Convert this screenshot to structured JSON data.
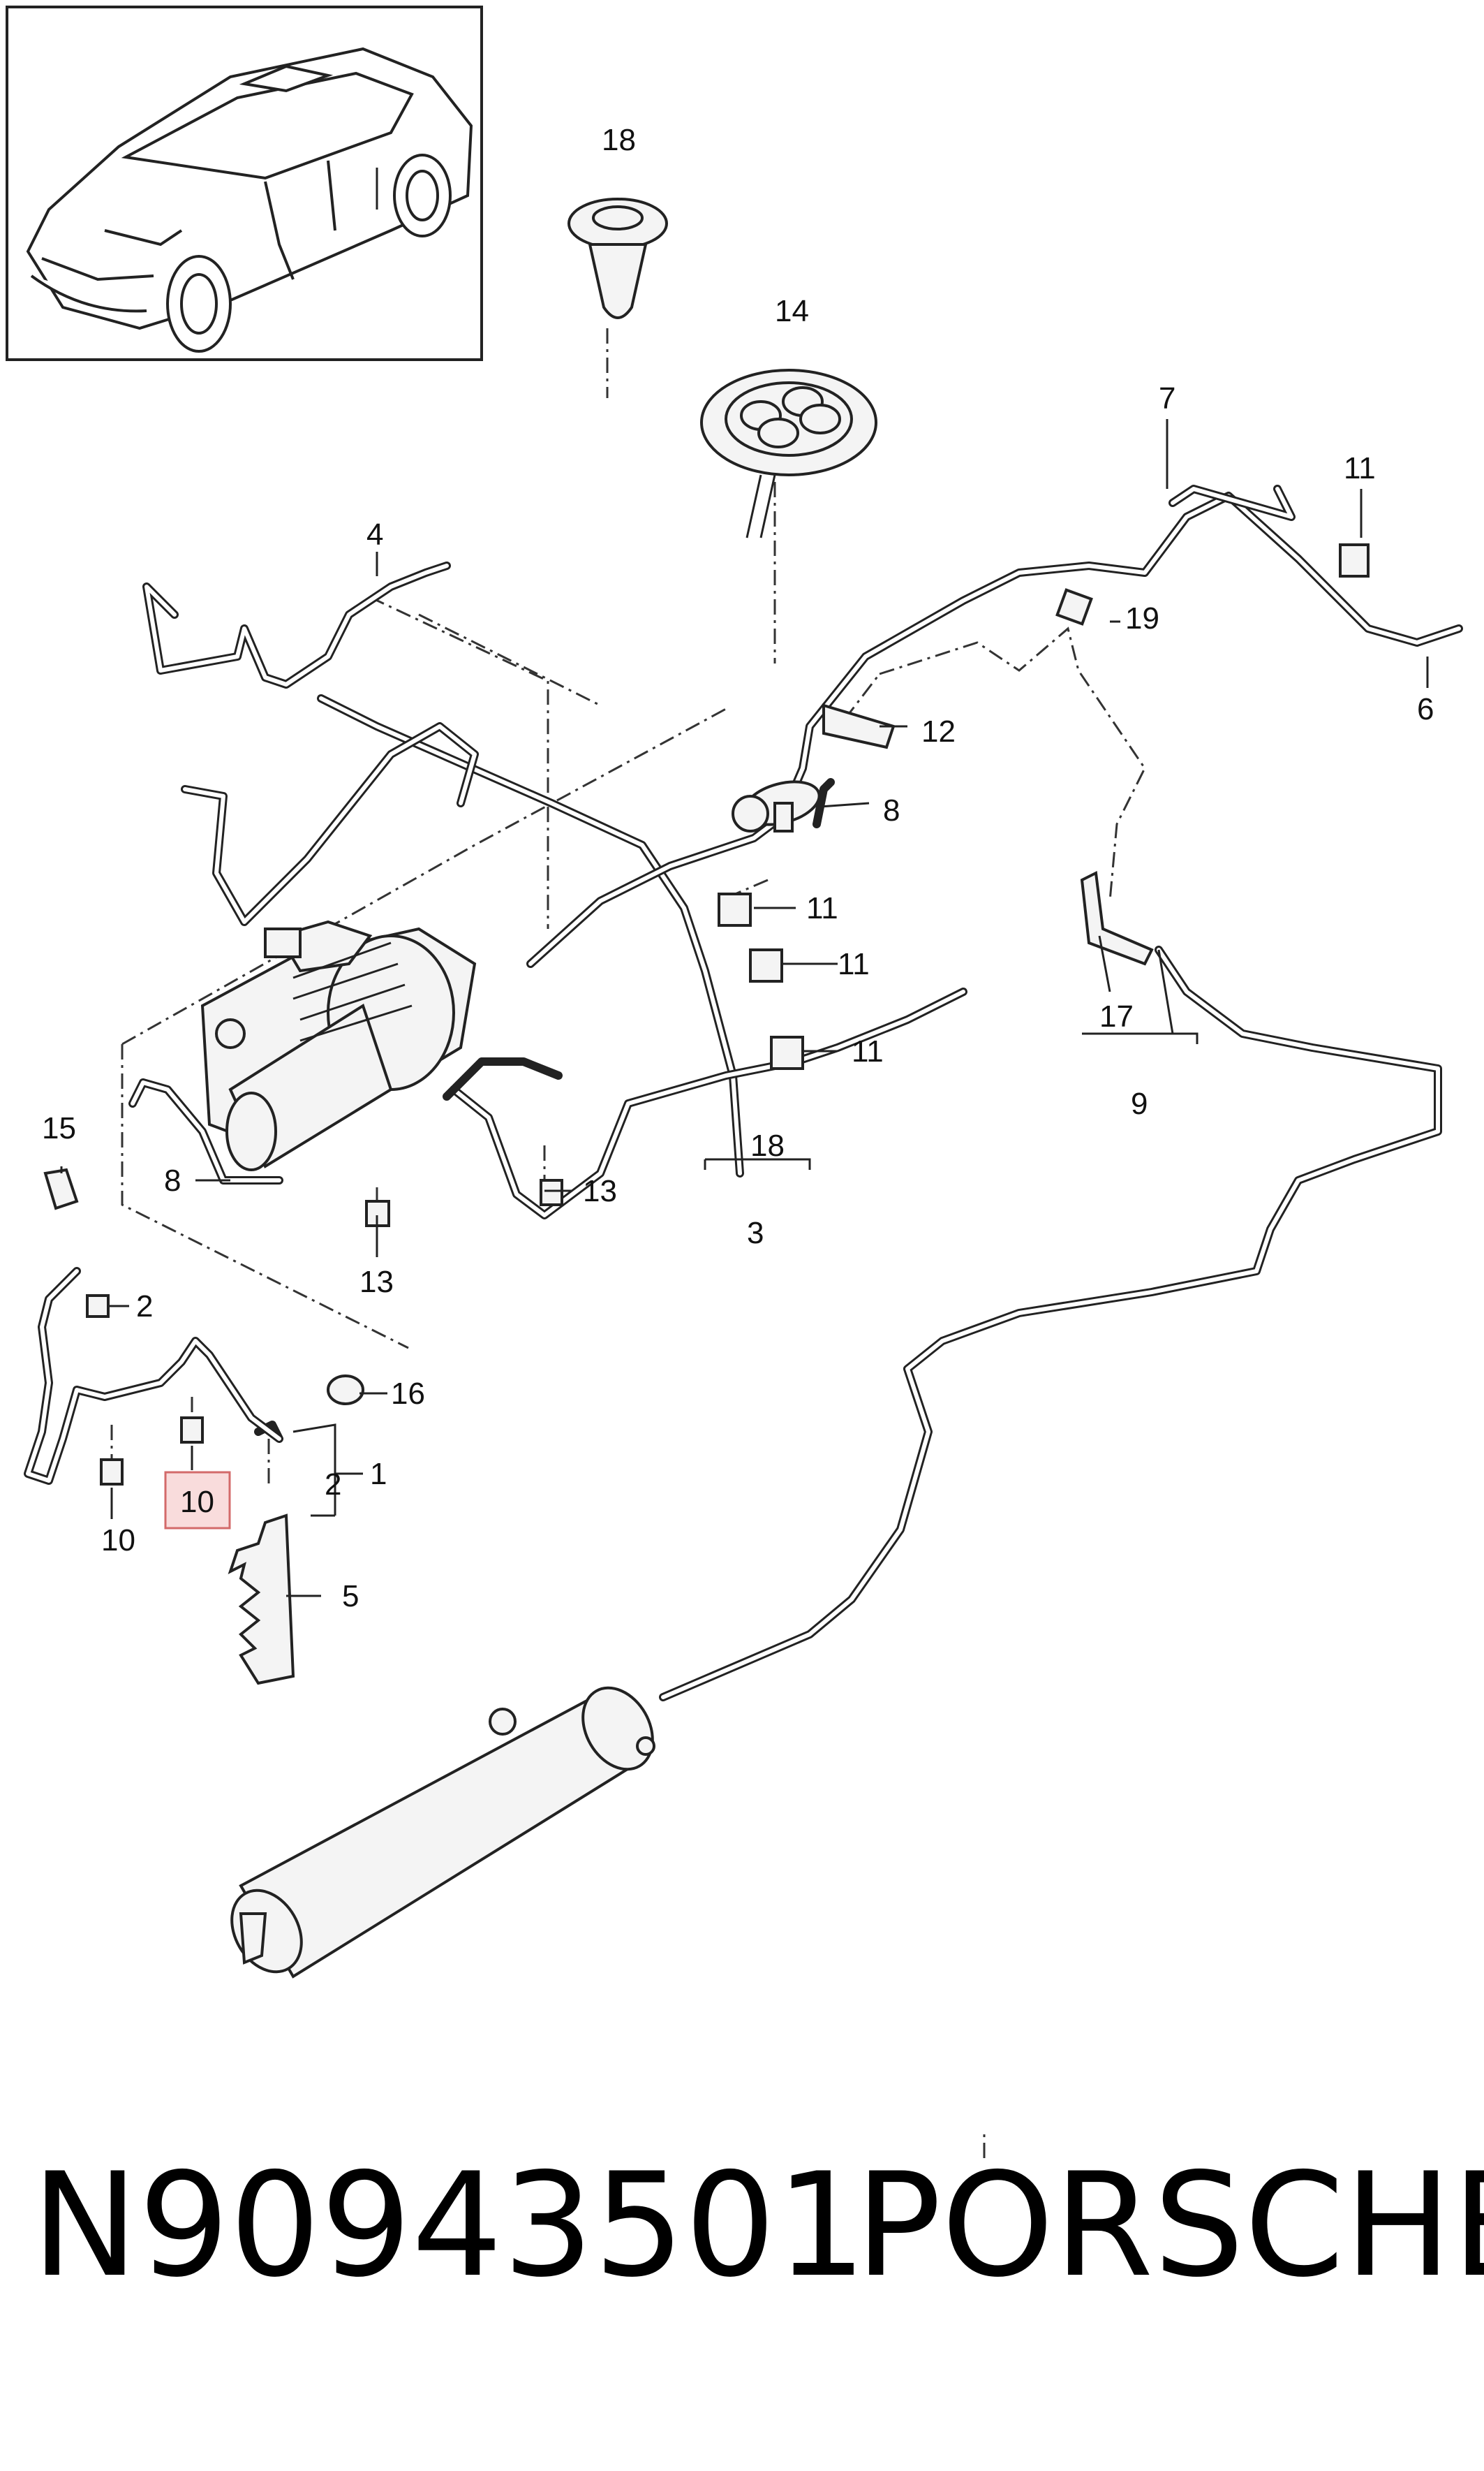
{
  "callouts": {
    "c18_top": "18",
    "c14": "14",
    "c7": "7",
    "c11_top": "11",
    "c4": "4",
    "c19": "19",
    "c6": "6",
    "c12": "12",
    "c8_right": "8",
    "c11_a": "11",
    "c11_b": "11",
    "c11_c": "11",
    "c17": "17",
    "c9": "9",
    "c15": "15",
    "c8_left": "8",
    "c18_mid": "18",
    "c3": "3",
    "c13_right": "13",
    "c13_left": "13",
    "c2_top": "2",
    "c16": "16",
    "c1": "1",
    "c2_bracket": "2",
    "c10_highlight": "10",
    "c10": "10",
    "c5": "5"
  },
  "footer": {
    "part_number": "N90943501",
    "brand": "PORSCHE"
  },
  "colors": {
    "highlight_fill": "#f9dcdc",
    "highlight_stroke": "#d36a6a",
    "line": "#222222"
  }
}
